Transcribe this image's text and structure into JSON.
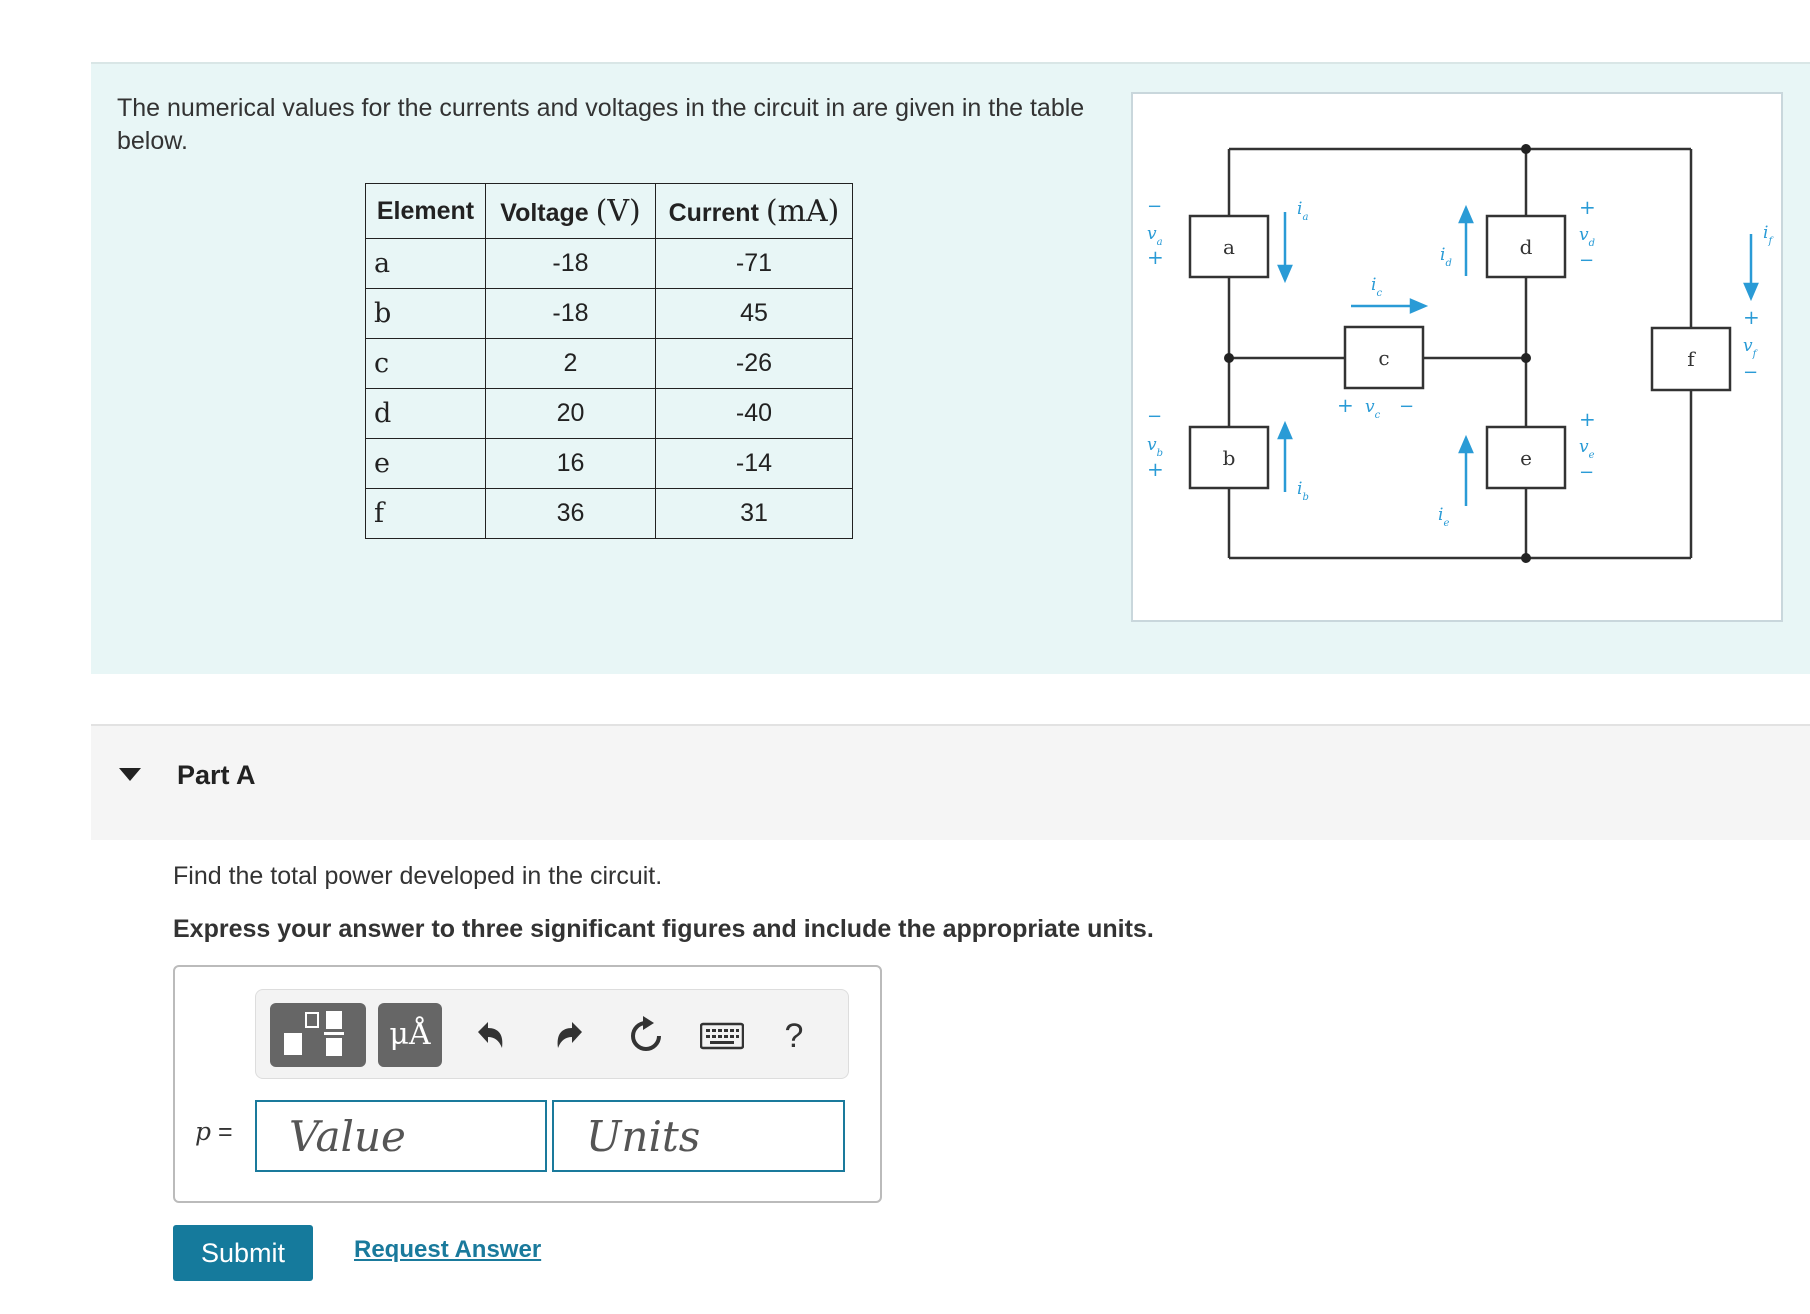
{
  "problem": {
    "intro": "The numerical values for the currents and voltages in the circuit in are given in the table below.",
    "table": {
      "headers": {
        "element": "Element",
        "voltage_label": "Voltage",
        "voltage_unit": "(V)",
        "current_label": "Current",
        "current_unit": "(mA)"
      },
      "rows": [
        {
          "element": "a",
          "voltage": "-18",
          "current": "-71"
        },
        {
          "element": "b",
          "voltage": "-18",
          "current": "45"
        },
        {
          "element": "c",
          "voltage": "2",
          "current": "-26"
        },
        {
          "element": "d",
          "voltage": "20",
          "current": "-40"
        },
        {
          "element": "e",
          "voltage": "16",
          "current": "-14"
        },
        {
          "element": "f",
          "voltage": "36",
          "current": "31"
        }
      ]
    },
    "circuit": {
      "elements": {
        "a": "a",
        "b": "b",
        "c": "c",
        "d": "d",
        "e": "e",
        "f": "f"
      },
      "wire_color": "#333333",
      "arrow_color": "#2a9bd6",
      "sign_color": "#2a9bd6"
    }
  },
  "part_a": {
    "title": "Part A",
    "question": "Find the total power developed in the circuit.",
    "instruction": "Express your answer to three significant figures and include the appropriate units.",
    "toolbar": {
      "units_label": "μÅ",
      "help_label": "?",
      "icons": [
        "templates-icon",
        "units-icon",
        "undo-icon",
        "redo-icon",
        "reset-icon",
        "keyboard-icon",
        "help-icon"
      ]
    },
    "variable": "p",
    "equals": "=",
    "value_placeholder": "Value",
    "units_placeholder": "Units",
    "submit_label": "Submit",
    "request_label": "Request Answer"
  }
}
